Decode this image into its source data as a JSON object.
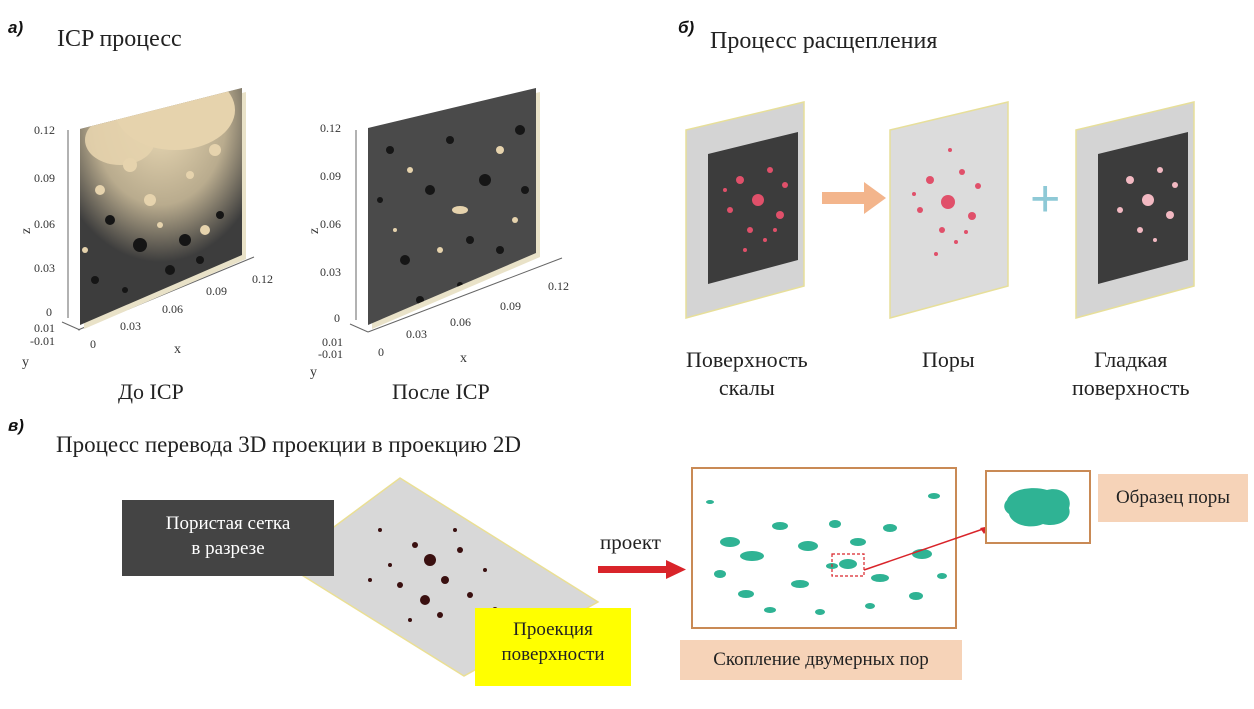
{
  "panel_a": {
    "letter": "а)",
    "title": "ICP процесс",
    "caption_before": "До ICP",
    "caption_after": "После ICP",
    "axes": {
      "z_label": "z",
      "x_label": "x",
      "y_label": "y",
      "z_ticks": [
        "0.12",
        "0.09",
        "0.06",
        "0.03",
        "0"
      ],
      "x_ticks": [
        "0",
        "0.03",
        "0.06",
        "0.09",
        "0.12"
      ],
      "y_ticks": [
        "0.01",
        "-0.01"
      ]
    }
  },
  "panel_b": {
    "letter": "б)",
    "title": "Процесс расщепления",
    "caption_rock_line1": "Поверхность",
    "caption_rock_line2": "скалы",
    "caption_pores": "Поры",
    "caption_smooth_line1": "Гладкая",
    "caption_smooth_line2": "поверхность",
    "plus_symbol": "+"
  },
  "panel_c": {
    "letter": "в)",
    "title": "Процесс перевода 3D проекции в проекцию 2D",
    "porous_mesh_line1": "Пористая сетка",
    "porous_mesh_line2": "в разрезе",
    "surface_projection_line1": "Проекция",
    "surface_projection_line2": "поверхности",
    "project_label": "проект",
    "pore_sample_label": "Образец поры",
    "cluster_label": "Скопление двумерных пор"
  },
  "colors": {
    "rock": "#3c3c3c",
    "sand": "#e6d3ad",
    "pore_red": "#e0506a",
    "teal": "#2fb394",
    "arrow_red": "#d9242a",
    "orange_frame": "#c98a55",
    "peach_label": "#f6d3b8",
    "yellow_label": "#ffff00",
    "dark_label": "#444444",
    "plus_blue": "#8ec9d6",
    "arrow_orange": "#f3b58c"
  }
}
